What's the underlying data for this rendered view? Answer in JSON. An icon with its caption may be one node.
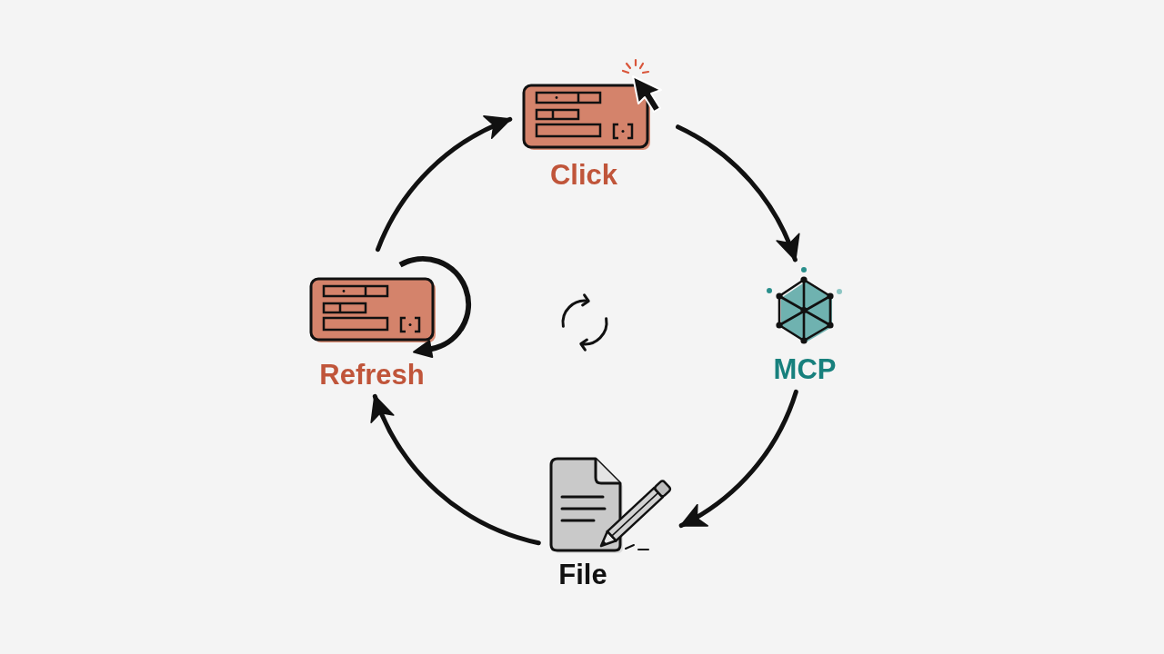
{
  "diagram": {
    "nodes": [
      {
        "text": [
          "Click"
        ]
      },
      {
        "text": [
          "MCP"
        ]
      },
      {
        "text": [
          "File"
        ]
      },
      {
        "text": [
          "Refresh"
        ]
      }
    ],
    "edges": [
      {
        "from": 0,
        "to": 1,
        "arrow": "to"
      },
      {
        "from": 1,
        "to": 2,
        "arrow": "to"
      },
      {
        "from": 2,
        "to": 3,
        "arrow": "to"
      },
      {
        "from": 3,
        "to": 0,
        "arrow": "to"
      }
    ]
  }
}
